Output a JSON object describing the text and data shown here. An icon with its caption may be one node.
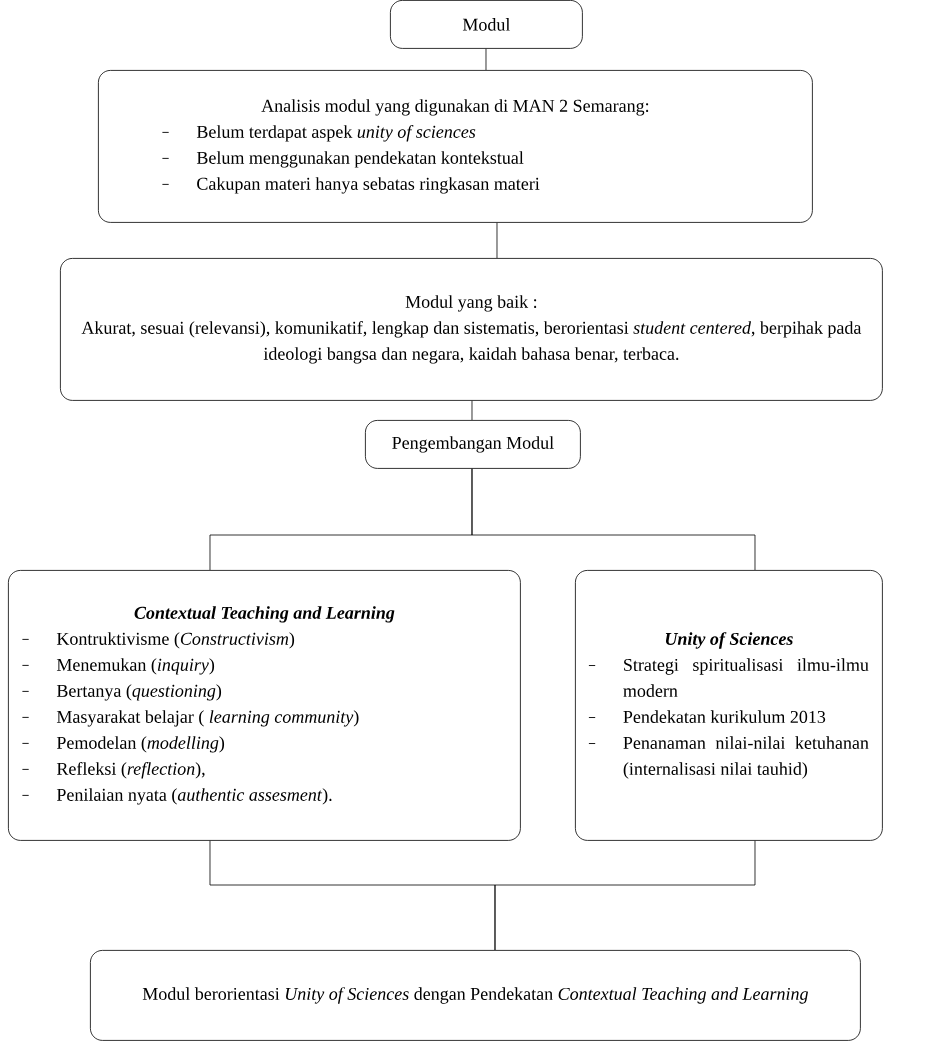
{
  "diagram": {
    "nodes": [
      {
        "text": [
          "Modul"
        ]
      },
      {
        "text": [
          "Analisis modul yang digunakan di MAN 2 Semarang:",
          "Belum terdapat aspek *unity of sciences*",
          "Belum menggunakan pendekatan kontekstual",
          "Cakupan materi hanya sebatas ringkasan materi"
        ]
      },
      {
        "text": [
          "Modul yang baik :",
          "Akurat, sesuai (relevansi), komunikatif, lengkap dan sistematis, berorientasi *student centered*, berpihak pada ideologi bangsa dan negara, kaidah bahasa benar, terbaca."
        ]
      },
      {
        "text": [
          "Pengembangan Modul"
        ]
      },
      {
        "text": [
          "Contextual Teaching and Learning",
          "Kontruktivisme (*Constructivism*)",
          "Menemukan (*inquiry*)",
          "Bertanya (*questioning*)",
          "Masyarakat belajar ( *learning community*)",
          "Pemodelan (*modelling*)",
          "Refleksi (*reflection*),",
          "Penilaian nyata (*authentic assesment*)."
        ]
      },
      {
        "text": [
          "Unity of Sciences",
          "Strategi spiritualisasi ilmu-ilmu modern",
          "Pendekatan kurikulum 2013",
          "Penanaman nilai-nilai ketuhanan (internalisasi nilai tauhid)"
        ]
      },
      {
        "text": [
          "Modul berorientasi *Unity of Sciences* dengan Pendekatan *Contextual Teaching and Learning*"
        ]
      }
    ],
    "edges": [
      {
        "from": 0,
        "to": 1,
        "arrow": "none"
      },
      {
        "from": 1,
        "to": 2,
        "arrow": "none"
      },
      {
        "from": 2,
        "to": 3,
        "arrow": "none"
      },
      {
        "from": 3,
        "to": 4,
        "arrow": "none"
      },
      {
        "from": 3,
        "to": 5,
        "arrow": "none"
      },
      {
        "from": 4,
        "to": 6,
        "arrow": "none"
      },
      {
        "from": 5,
        "to": 6,
        "arrow": "none"
      }
    ]
  }
}
